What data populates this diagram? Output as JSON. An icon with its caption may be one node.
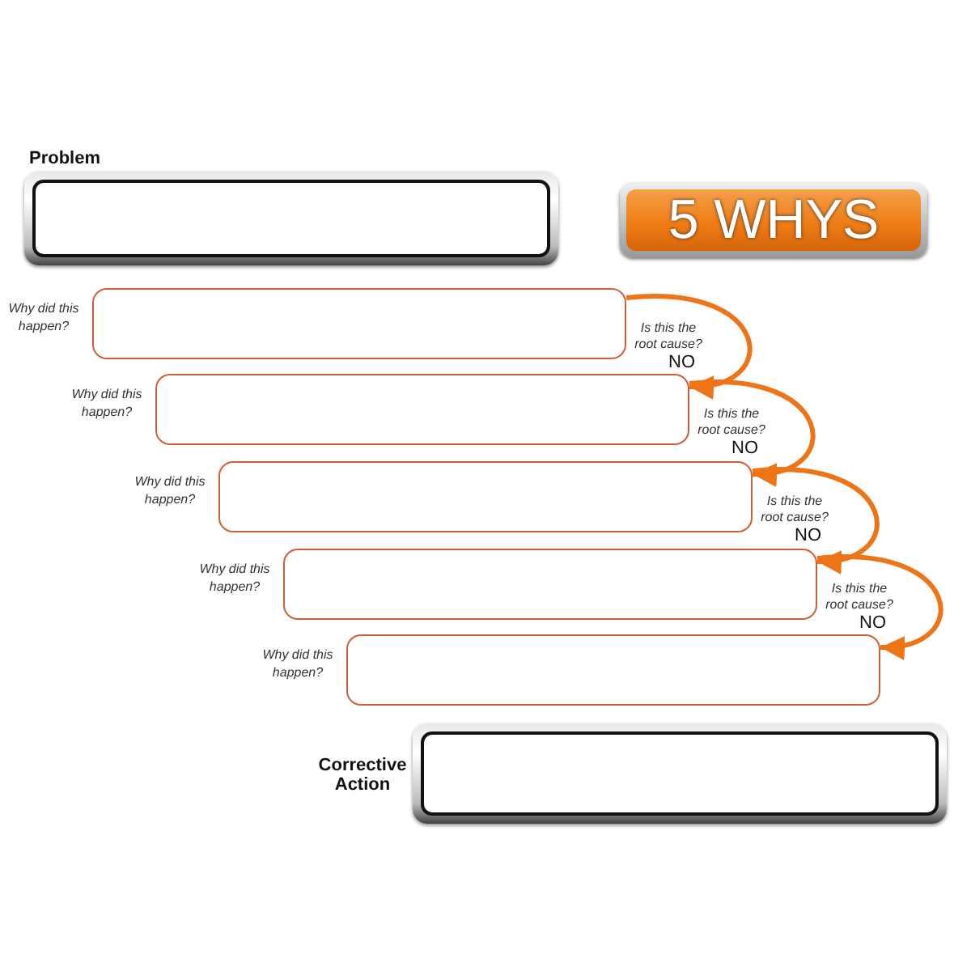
{
  "diagram": {
    "nodes": [
      {
        "text": [
          "Problem"
        ]
      },
      {
        "text": [
          "5 WHYS"
        ]
      },
      {
        "text": [],
        "shape": "box",
        "beside": [
          "Why did this happen?",
          "Is this the root cause?",
          "NO"
        ]
      },
      {
        "text": [],
        "shape": "box",
        "beside": [
          "Why did this happen?",
          "Is this the root cause?",
          "NO"
        ]
      },
      {
        "text": [],
        "shape": "box",
        "beside": [
          "Why did this happen?",
          "Is this the root cause?",
          "NO"
        ]
      },
      {
        "text": [],
        "shape": "box",
        "beside": [
          "Why did this happen?",
          "Is this the root cause?",
          "NO"
        ]
      },
      {
        "text": [],
        "shape": "box",
        "beside": [
          "Why did this happen?"
        ]
      },
      {
        "text": [
          "Corrective Action"
        ]
      }
    ],
    "edges": [
      {
        "from": 2,
        "to": 3,
        "arrow": "to"
      },
      {
        "from": 3,
        "to": 4,
        "arrow": "to"
      },
      {
        "from": 4,
        "to": 5,
        "arrow": "to"
      },
      {
        "from": 5,
        "to": 6,
        "arrow": "to"
      }
    ]
  }
}
